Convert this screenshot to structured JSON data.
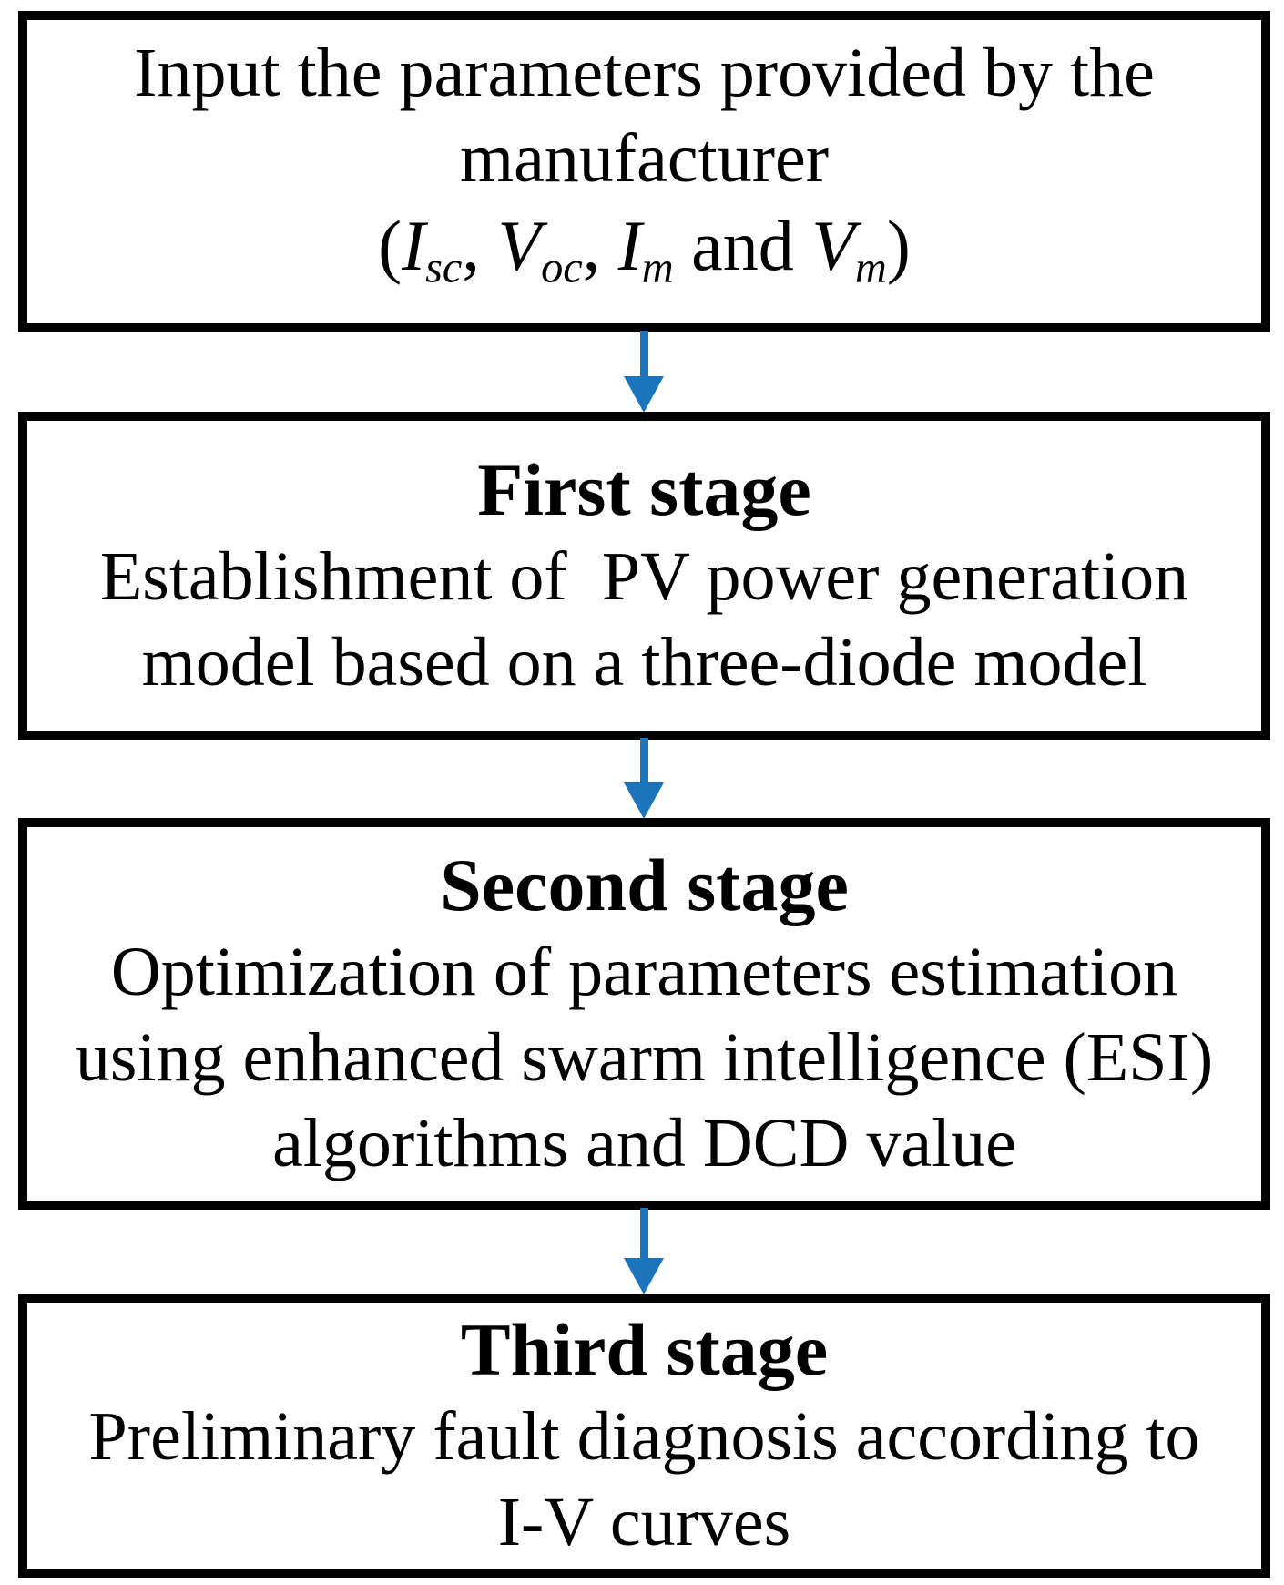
{
  "palette": {
    "background": "#FFFFFF",
    "box_border": "#000000",
    "text": "#000000",
    "arrow": "#1C75BC"
  },
  "boxes": {
    "input": {
      "line1": "Input the parameters provided by the",
      "line2": "manufacturer",
      "formula": {
        "open_paren": "(",
        "var1_base": "I",
        "var1_sub": "sc",
        "sep1": ", ",
        "var2_base": "V",
        "var2_sub": "oc",
        "sep2": ", ",
        "var3_base": "I",
        "var3_sub": "m",
        "sep3": " and ",
        "var4_base": "V",
        "var4_sub": "m",
        "close_paren": ")"
      }
    },
    "first_stage": {
      "title": "First stage",
      "line1": "Establishment of  PV power generation",
      "line2": "model based on a three-diode model"
    },
    "second_stage": {
      "title": "Second stage",
      "line1": "Optimization of parameters estimation",
      "line2": "using enhanced swarm intelligence (ESI)",
      "line3": "algorithms and DCD value"
    },
    "third_stage": {
      "title": "Third stage",
      "line1": "Preliminary fault diagnosis according to",
      "line2": "I-V curves"
    }
  }
}
